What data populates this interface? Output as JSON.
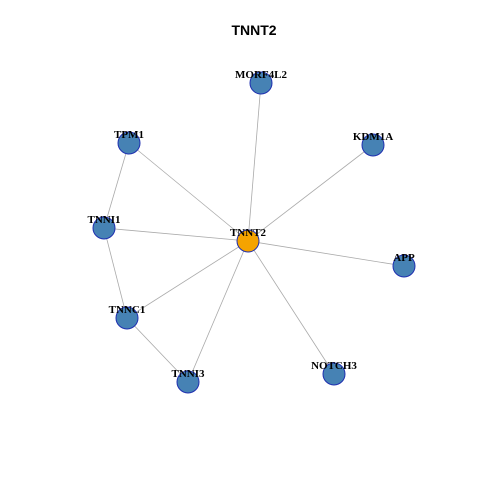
{
  "title": "TNNT2",
  "colors": {
    "center_fill": "#f5a300",
    "node_fill": "#4682b4",
    "node_border": "#1f2fb0",
    "edge": "#aaaaaa"
  },
  "nodes": [
    {
      "id": "TNNT2",
      "label": "TNNT2",
      "role": "center"
    },
    {
      "id": "MORF4L2",
      "label": "MORF4L2",
      "role": "neighbor"
    },
    {
      "id": "TPM1",
      "label": "TPM1",
      "role": "neighbor"
    },
    {
      "id": "KDM1A",
      "label": "KDM1A",
      "role": "neighbor"
    },
    {
      "id": "TNNI1",
      "label": "TNNI1",
      "role": "neighbor"
    },
    {
      "id": "APP",
      "label": "APP",
      "role": "neighbor"
    },
    {
      "id": "TNNC1",
      "label": "TNNC1",
      "role": "neighbor"
    },
    {
      "id": "NOTCH3",
      "label": "NOTCH3",
      "role": "neighbor"
    },
    {
      "id": "TNNI3",
      "label": "TNNI3",
      "role": "neighbor"
    }
  ],
  "edges": [
    {
      "source": "TNNT2",
      "target": "MORF4L2"
    },
    {
      "source": "TNNT2",
      "target": "TPM1"
    },
    {
      "source": "TNNT2",
      "target": "KDM1A"
    },
    {
      "source": "TNNT2",
      "target": "TNNI1"
    },
    {
      "source": "TNNT2",
      "target": "APP"
    },
    {
      "source": "TNNT2",
      "target": "TNNC1"
    },
    {
      "source": "TNNT2",
      "target": "NOTCH3"
    },
    {
      "source": "TNNT2",
      "target": "TNNI3"
    },
    {
      "source": "TPM1",
      "target": "TNNI1"
    },
    {
      "source": "TNNI1",
      "target": "TNNC1"
    },
    {
      "source": "TNNC1",
      "target": "TNNI3"
    }
  ]
}
